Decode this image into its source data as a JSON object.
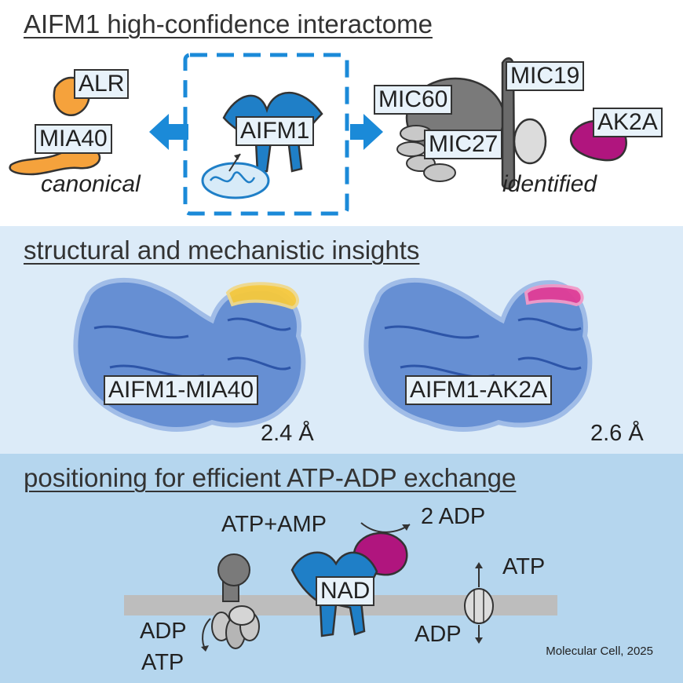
{
  "panel1": {
    "title": "AIFM1 high-confidence interactome",
    "alr": "ALR",
    "mia40": "MIA40",
    "canonical": "canonical",
    "aifm1": "AIFM1",
    "mic60": "MIC60",
    "mic19": "MIC19",
    "mic27": "MIC27",
    "ak2a": "AK2A",
    "identified": "identified"
  },
  "panel2": {
    "title": "structural and mechanistic insights",
    "left_label": "AIFM1-MIA40",
    "left_res": "2.4 Å",
    "right_label": "AIFM1-AK2A",
    "right_res": "2.6 Å"
  },
  "panel3": {
    "title": "positioning for efficient ATP-ADP exchange",
    "reaction_left": "ATP+AMP",
    "reaction_right": "2 ADP",
    "nad": "NAD",
    "atp_right": "ATP",
    "adp_right": "ADP",
    "adp_left": "ADP",
    "atp_left": "ATP"
  },
  "caption": "Molecular Cell, 2025",
  "colors": {
    "aifm1_blue": "#1f7fc7",
    "mia40_orange": "#f5a23c",
    "ak2a_magenta": "#b0157e",
    "mic_gray": "#7a7a7a",
    "panel2_bg": "#dcebf8",
    "panel3_bg": "#b5d6ee",
    "arrow_blue": "#1b8ad8"
  }
}
